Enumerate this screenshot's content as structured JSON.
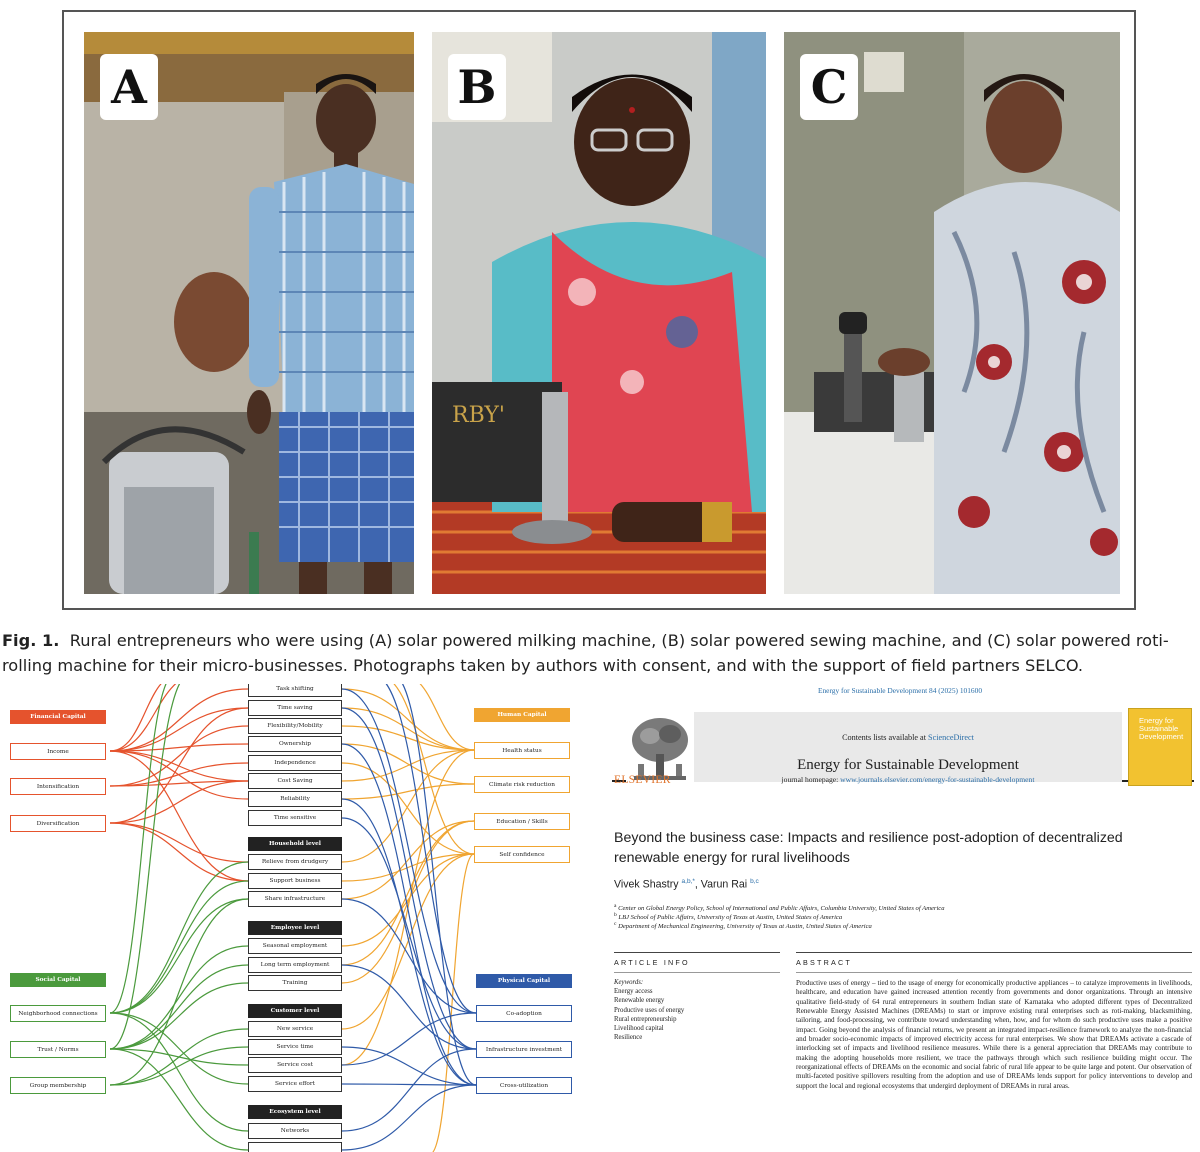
{
  "figure": {
    "panel_labels": [
      "A",
      "B",
      "C"
    ],
    "caption_label": "Fig. 1.",
    "caption_text": "Rural entrepreneurs who were using (A) solar powered milking machine, (B) solar powered sewing machine, and (C) solar powered roti-rolling machine for their micro-businesses. Photographs taken by authors with consent, and with the support of field partners SELCO."
  },
  "diagram": {
    "headers": {
      "financial": "Financial Capital",
      "human": "Human Capital",
      "social": "Social Capital",
      "physical": "Physical Capital"
    },
    "financial_items": [
      "Income",
      "Intensification",
      "Diversification"
    ],
    "human_items": [
      "Health status",
      "Climate risk reduction",
      "Education / Skills",
      "Self confidence"
    ],
    "social_items": [
      "Neighborhood connections",
      "Trust / Norms",
      "Group membership"
    ],
    "physical_items": [
      "Co-adoption",
      "Infrastructure investment",
      "Cross-utilization"
    ],
    "individual_items": [
      "Task shifting",
      "Time saving",
      "Flexibility/Mobility",
      "Ownership",
      "Independence",
      "Cost Saving",
      "Reliability",
      "Time sensitive"
    ],
    "household_label": "Household level",
    "household_items": [
      "Relieve from drudgery",
      "Support business",
      "Share infrastructure"
    ],
    "employee_label": "Employee level",
    "employee_items": [
      "Seasonal employment",
      "Long term employment",
      "Training"
    ],
    "customer_label": "Customer level",
    "customer_items": [
      "New service",
      "Service time",
      "Service cost",
      "Service effort"
    ],
    "ecosystem_label": "Ecosystem level",
    "ecosystem_items": [
      "Networks"
    ],
    "colors": {
      "financial": "#e5532d",
      "human": "#f0a531",
      "social": "#4b9a3d",
      "physical": "#2f5aa8"
    }
  },
  "article": {
    "journal_ref": "Energy for Sustainable Development 84 (2025) 101600",
    "contents_prefix": "Contents lists available at ",
    "contents_link": "ScienceDirect",
    "journal_name": "Energy for Sustainable Development",
    "homepage_prefix": "journal homepage: ",
    "homepage_url": "www.journals.elsevier.com/energy-for-sustainable-development",
    "publisher": "ELSEVIER",
    "cover_title": "Energy for Sustainable Development",
    "title": "Beyond the business case: Impacts and resilience post-adoption of decentralized renewable energy for rural livelihoods",
    "author1": "Vivek Shastry",
    "author1_sup": "a,b,*",
    "author_sep": ", ",
    "author2": "Varun Rai",
    "author2_sup": "b,c",
    "affiliations": [
      {
        "sup": "a",
        "text": "Center on Global Energy Policy, School of International and Public Affairs, Columbia University, United States of America"
      },
      {
        "sup": "b",
        "text": "LBJ School of Public Affairs, University of Texas at Austin, United States of America"
      },
      {
        "sup": "c",
        "text": "Department of Mechanical Engineering, University of Texas at Austin, United States of America"
      }
    ],
    "article_info_heading": "ARTICLE INFO",
    "keywords_label": "Keywords:",
    "keywords": [
      "Energy access",
      "Renewable energy",
      "Productive uses of energy",
      "Rural entrepreneurship",
      "Livelihood capital",
      "Resilience"
    ],
    "abstract_heading": "ABSTRACT",
    "abstract": "Productive uses of energy – tied to the usage of energy for economically productive appliances – to catalyze improvements in livelihoods, healthcare, and education have gained increased attention recently from governments and donor organizations. Through an intensive qualitative field-study of 64 rural entrepreneurs in southern Indian state of Karnataka who adopted different types of Decentralized Renewable Energy Assisted Machines (DREAMs) to start or improve existing rural enterprises such as roti-making, blacksmithing, tailoring, and food-processing, we contribute toward understanding when, how, and for whom do such productive uses make a positive impact. Going beyond the analysis of financial returns, we present an integrated impact-resilience framework to analyze the non-financial and broader socio-economic impacts of improved electricity access for rural enterprises. We show that DREAMs activate a cascade of interlocking set of impacts and livelihood resilience measures. While there is a general appreciation that DREAMs may contribute to making the adopting households more resilient, we trace the pathways through which such resilience building might occur. The reorganizational effects of DREAMs on the economic and social fabric of rural life appear to be quite large and potent. Our observation of multi-faceted positive spillovers resulting from the adoption and use of DREAMs lends support for policy interventions to develop and support the local and regional ecosystems that undergird deployment of DREAMs in rural areas."
  }
}
